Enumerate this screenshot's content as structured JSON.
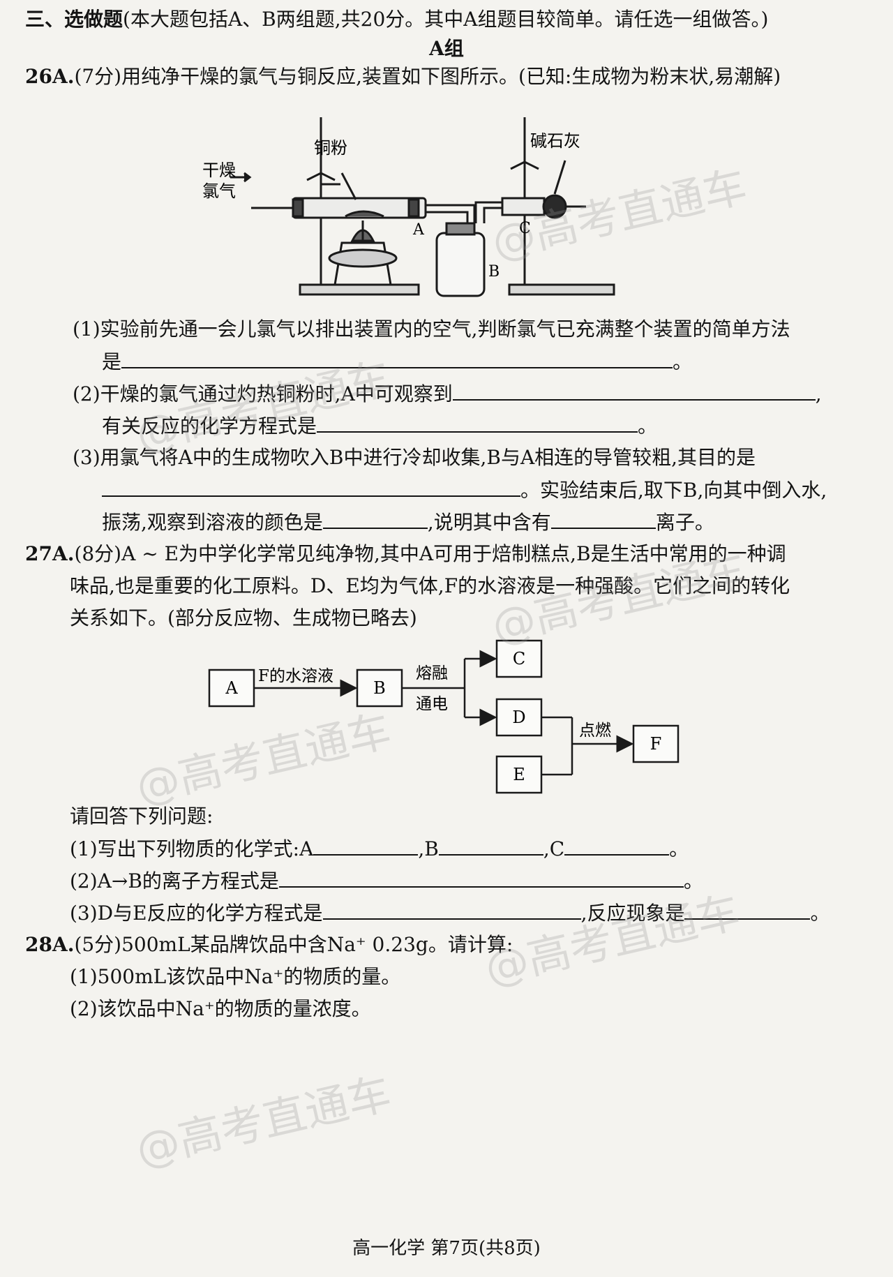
{
  "section": {
    "title": "三、选做题",
    "desc": "(本大题包括A、B两组题,共20分。其中A组题目较简单。请任选一组做答。)"
  },
  "group_title": "A组",
  "q26": {
    "num": "26A.",
    "stem": "(7分)用纯净干燥的氯气与铜反应,装置如下图所示。(已知:生成物为粉末状,易潮解)",
    "figure": {
      "label_gas_1": "干燥",
      "label_gas_2": "氯气",
      "label_copper": "铜粉",
      "label_soda": "碱石灰",
      "label_A": "A",
      "label_B": "B",
      "label_C": "C"
    },
    "p1_a": "(1)实验前先通一会儿氯气以排出装置内的空气,判断氯气已充满整个装置的简单方法",
    "p1_b": "是",
    "p1_end": "。",
    "p2_a": "(2)干燥的氯气通过灼热铜粉时,A中可观察到",
    "p2_a_end": ",",
    "p2_b": "有关反应的化学方程式是",
    "p2_b_end": "。",
    "p3_a": "(3)用氯气将A中的生成物吹入B中进行冷却收集,B与A相连的导管较粗,其目的是",
    "p3_b": "。实验结束后,取下B,向其中倒入水,",
    "p3_c1": "振荡,观察到溶液的颜色是",
    "p3_c2": ",说明其中含有",
    "p3_c3": "离子。"
  },
  "q27": {
    "num": "27A.",
    "stem_1": "(8分)A ~ E为中学化学常见纯净物,其中A可用于焙制糕点,B是生活中常用的一种调",
    "stem_2": "味品,也是重要的化工原料。D、E均为气体,F的水溶液是一种强酸。它们之间的转化",
    "stem_3": "关系如下。(部分反应物、生成物已略去)",
    "diagram": {
      "A": "A",
      "B": "B",
      "C": "C",
      "D": "D",
      "E": "E",
      "F": "F",
      "arrow_AB": "F的水溶液",
      "arrow_B_1": "熔融",
      "arrow_B_2": "通电",
      "arrow_DEF": "点燃"
    },
    "prompt": "请回答下列问题:",
    "p1_a": "(1)写出下列物质的化学式:A",
    "p1_b": ",B",
    "p1_c": ",C",
    "p1_end": "。",
    "p2": "(2)A→B的离子方程式是",
    "p2_end": "。",
    "p3_a": "(3)D与E反应的化学方程式是",
    "p3_b": ",反应现象是",
    "p3_end": "。"
  },
  "q28": {
    "num": "28A.",
    "stem": "(5分)500mL某品牌饮品中含Na⁺ 0.23g。请计算:",
    "p1": "(1)500mL该饮品中Na⁺的物质的量。",
    "p2": "(2)该饮品中Na⁺的物质的量浓度。"
  },
  "watermark": "@高考直通车",
  "footer": "高一化学   第7页(共8页)"
}
